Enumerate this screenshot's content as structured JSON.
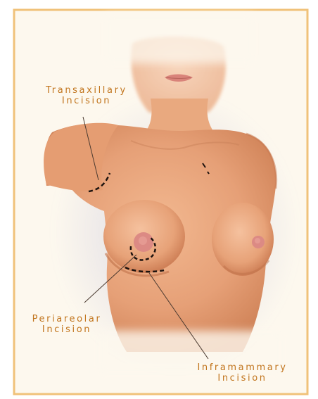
{
  "colors": {
    "background": "#fdf8ee",
    "frame": "#f0c27a",
    "label_text": "#c1741c",
    "leader_line": "#4a3a30",
    "incision": "#1c120e",
    "skin": "#e8a47a",
    "skin_shadow": "#c8774e",
    "areola": "#dc8a84"
  },
  "labels": {
    "transaxillary": [
      "Transaxillary",
      "Incision"
    ],
    "periareolar": [
      "Periareolar",
      "Incision"
    ],
    "inframammary": [
      "Inframammary",
      "Incision"
    ]
  }
}
